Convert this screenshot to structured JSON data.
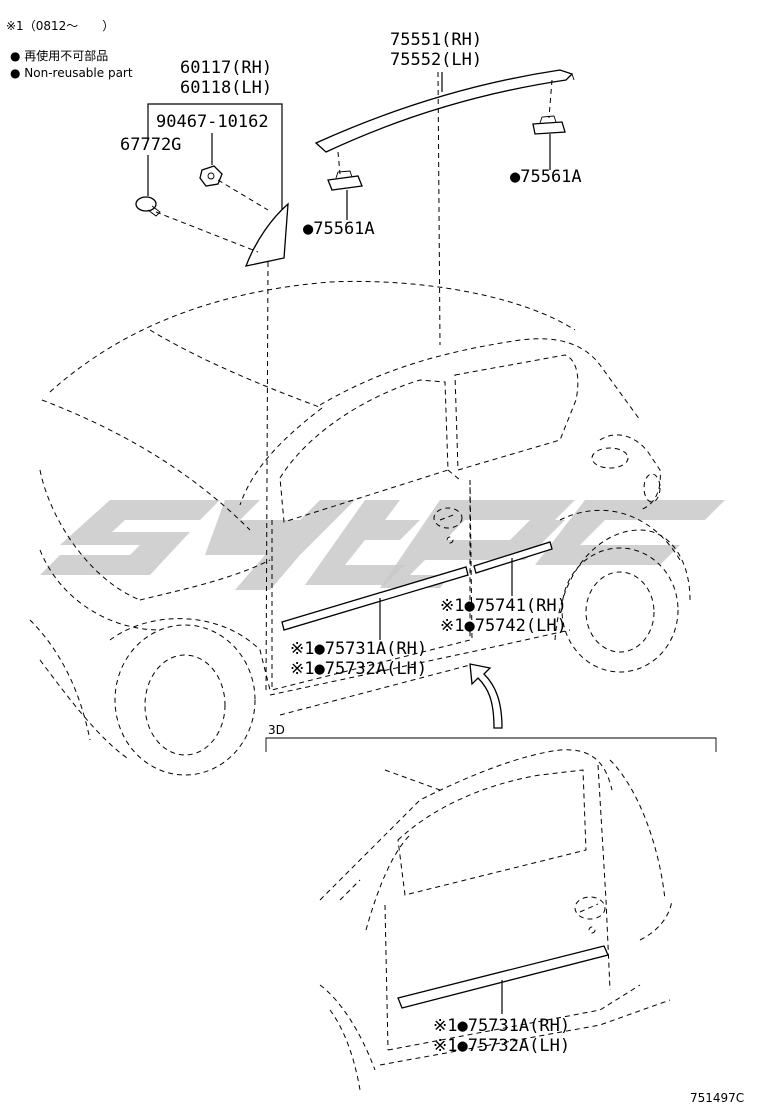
{
  "note": {
    "condition": "※1（0812～　　）",
    "legend_jp": "● 再使用不可部品",
    "legend_en": "● Non-reusable part"
  },
  "parts": {
    "p75551": "75551(RH)",
    "p75552": "75552(LH)",
    "p60117": "60117(RH)",
    "p60118": "60118(LH)",
    "p90467": "90467-10162",
    "p67772": "67772G",
    "p75561a_left": "●75561A",
    "p75561a_right": "●75561A",
    "p75741": "※1●75741(RH)",
    "p75742": "※1●75742(LH)",
    "p75731": "※1●75731A(RH)",
    "p75732": "※1●75732A(LH)",
    "p75731_3d": "※1●75731A(RH)",
    "p75732_3d": "※1●75732A(LH)"
  },
  "inset": {
    "label": "3D"
  },
  "figure_id": "751497C",
  "icons": {
    "watermark": "logo-watermark",
    "arrow": "curved-arrow-icon"
  }
}
